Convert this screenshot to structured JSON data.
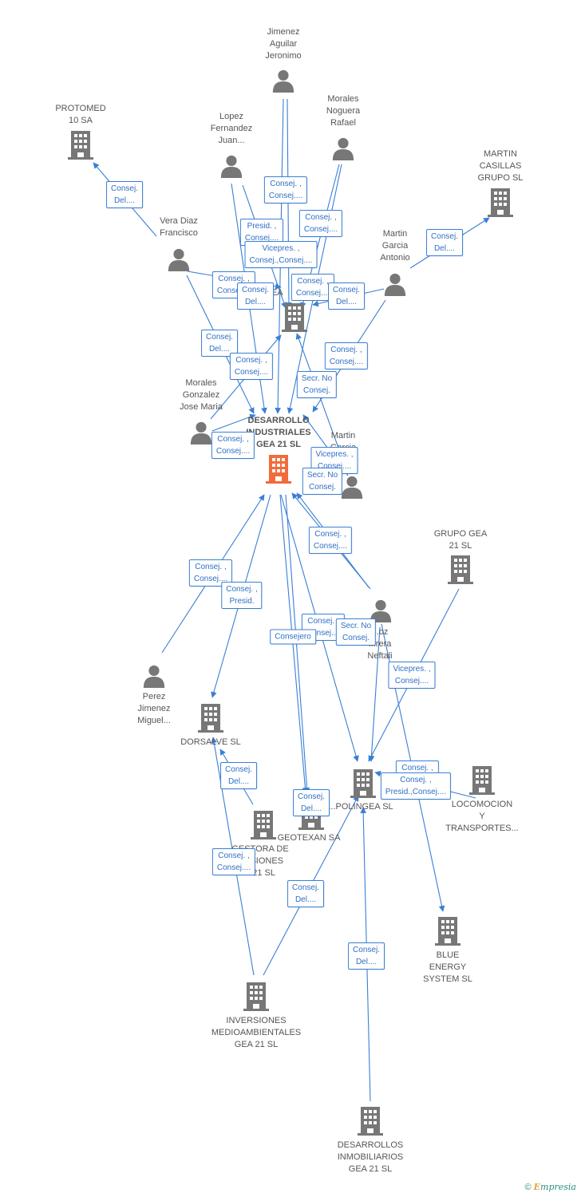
{
  "colors": {
    "edge": "#3a7fd5",
    "node": "#777777",
    "focus": "#f26b3a",
    "text": "#555555"
  },
  "nodes": {
    "desarrollo": {
      "type": "company",
      "focus": true,
      "label": [
        "DESARROLLO",
        "INDUSTRIALES",
        "GEA 21 SL"
      ]
    },
    "jimenez": {
      "type": "person",
      "label": [
        "Jimenez",
        "Aguilar",
        "Jeronimo"
      ]
    },
    "morales_n": {
      "type": "person",
      "label": [
        "Morales",
        "Noguera",
        "Rafael"
      ]
    },
    "lopez": {
      "type": "person",
      "label": [
        "Lopez",
        "Fernandez",
        "Juan..."
      ]
    },
    "protomed": {
      "type": "company",
      "label": [
        "PROTOMED",
        "10 SA"
      ]
    },
    "martin_cas": {
      "type": "company",
      "label": [
        "MARTIN",
        "CASILLAS",
        "GRUPO SL"
      ]
    },
    "vera": {
      "type": "person",
      "label": [
        "Vera Diaz",
        "Francisco"
      ]
    },
    "martin_ga": {
      "type": "person",
      "label": [
        "Martin",
        "Garcia",
        "Antonio"
      ]
    },
    "gea_mid": {
      "type": "company",
      "label": [
        "GEA"
      ]
    },
    "morales_g": {
      "type": "person",
      "label": [
        "Morales",
        "Gonzalez",
        "Jose Maria"
      ]
    },
    "martin_gr": {
      "type": "person",
      "label": [
        "Martin",
        "Garcia",
        "..."
      ]
    },
    "grupo_gea": {
      "type": "company",
      "label": [
        "GRUPO GEA",
        "21 SL"
      ]
    },
    "munoz": {
      "type": "person",
      "label": [
        "...oz",
        "...rera",
        "Neftali"
      ]
    },
    "perez": {
      "type": "person",
      "label": [
        "Perez",
        "Jimenez",
        "Miguel..."
      ]
    },
    "dorsalve": {
      "type": "company",
      "label": [
        "DORSALVE SL"
      ]
    },
    "polingea": {
      "type": "company",
      "label": [
        "...POLINGEA SL"
      ]
    },
    "locomocion": {
      "type": "company",
      "label": [
        "LOCOMOCION",
        "Y",
        "TRANSPORTES..."
      ]
    },
    "gestora": {
      "type": "company",
      "label": [
        "GESTORA DE",
        "...ESIONES",
        "...21 SL"
      ]
    },
    "geotexan": {
      "type": "company",
      "label": [
        "GEOTEXAN SA"
      ]
    },
    "blue": {
      "type": "company",
      "label": [
        "BLUE",
        "ENERGY",
        "SYSTEM  SL"
      ]
    },
    "inversiones": {
      "type": "company",
      "label": [
        "INVERSIONES",
        "MEDIOAMBIENTALES",
        "GEA 21 SL"
      ]
    },
    "inmobiliarios": {
      "type": "company",
      "label": [
        "DESARROLLOS",
        "INMOBILIARIOS",
        "GEA 21 SL"
      ]
    }
  },
  "edges": [
    {
      "from": "jimenez",
      "to": "desarrollo",
      "label": [
        "Consej. ,",
        "Consej...."
      ]
    },
    {
      "from": "morales_n",
      "to": "desarrollo",
      "label": [
        "Consej. ,",
        "Consej...."
      ]
    },
    {
      "from": "lopez",
      "to": "desarrollo",
      "label": [
        "Presid. ,",
        "Consej...."
      ]
    },
    {
      "from": "jimenez",
      "to": "gea_mid",
      "label": [
        "Vicepres. ,",
        "Consej.,Consej...."
      ]
    },
    {
      "from": "vera",
      "to": "protomed",
      "label": [
        "Consej.",
        "Del...."
      ]
    },
    {
      "from": "martin_ga",
      "to": "martin_cas",
      "label": [
        "Consej.",
        "Del...."
      ]
    },
    {
      "from": "vera",
      "to": "gea_mid",
      "label": [
        "Consej. ,",
        "Consej...."
      ]
    },
    {
      "from": "vera",
      "to": "desarrollo",
      "label": [
        "Consej.",
        "Del...."
      ]
    },
    {
      "from": "lopez",
      "to": "gea_mid",
      "label": [
        "Consej.",
        "Del...."
      ]
    },
    {
      "from": "morales_n",
      "to": "gea_mid",
      "label": [
        "Consej. ,",
        "Consej...."
      ]
    },
    {
      "from": "martin_ga",
      "to": "gea_mid",
      "label": [
        "Consej.",
        "Del...."
      ]
    },
    {
      "from": "martin_ga",
      "to": "desarrollo",
      "label": [
        "Consej. ,",
        "Consej...."
      ]
    },
    {
      "from": "morales_g",
      "to": "gea_mid",
      "label": [
        "Consej. ,",
        "Consej...."
      ]
    },
    {
      "from": "martin_gr",
      "to": "gea_mid",
      "label": [
        "Secr.  No",
        "Consej."
      ]
    },
    {
      "from": "morales_g",
      "to": "desarrollo",
      "label": [
        "Consej. ,",
        "Consej...."
      ]
    },
    {
      "from": "martin_gr",
      "to": "desarrollo",
      "label": [
        "Vicepres. ,",
        "Consej...."
      ]
    },
    {
      "from": "munoz",
      "to": "desarrollo",
      "label": [
        "Secr.  No",
        "Consej."
      ]
    },
    {
      "from": "munoz",
      "to": "desarrollo",
      "label": [
        "Consej. ,",
        "Consej...."
      ]
    },
    {
      "from": "perez",
      "to": "desarrollo",
      "label": [
        "Consej. ,",
        "Consej...."
      ]
    },
    {
      "from": "desarrollo",
      "to": "dorsalve",
      "label": [
        "Consej. ,",
        "Presid."
      ]
    },
    {
      "from": "desarrollo",
      "to": "polingea",
      "label": [
        "Consej. ,",
        "Consej...."
      ]
    },
    {
      "from": "desarrollo",
      "to": "geotexan",
      "label": [
        "Consejero"
      ]
    },
    {
      "from": "munoz",
      "to": "polingea",
      "label": [
        "Secr.  No",
        "Consej."
      ]
    },
    {
      "from": "grupo_gea",
      "to": "polingea",
      "label": [
        "Vicepres. ,",
        "Consej...."
      ]
    },
    {
      "from": "munoz",
      "to": "blue",
      "label": [
        "Consej. ,",
        "Consej...."
      ]
    },
    {
      "from": "locomocion",
      "to": "polingea",
      "label": [
        "Consej. ,",
        "Presid.,Consej...."
      ]
    },
    {
      "from": "gestora",
      "to": "dorsalve",
      "label": [
        "Consej.",
        "Del...."
      ]
    },
    {
      "from": "desarrollo",
      "to": "geotexan",
      "label": [
        "Consej.",
        "Del...."
      ]
    },
    {
      "from": "inversiones",
      "to": "dorsalve",
      "label": [
        "Consej. ,",
        "Consej...."
      ]
    },
    {
      "from": "inversiones",
      "to": "polingea",
      "label": [
        "Consej.",
        "Del...."
      ]
    },
    {
      "from": "inmobiliarios",
      "to": "polingea",
      "label": [
        "Consej.",
        "Del...."
      ]
    }
  ],
  "footer": {
    "copyright": "©",
    "brand_prefix": "E",
    "brand_rest": "mpresia"
  }
}
